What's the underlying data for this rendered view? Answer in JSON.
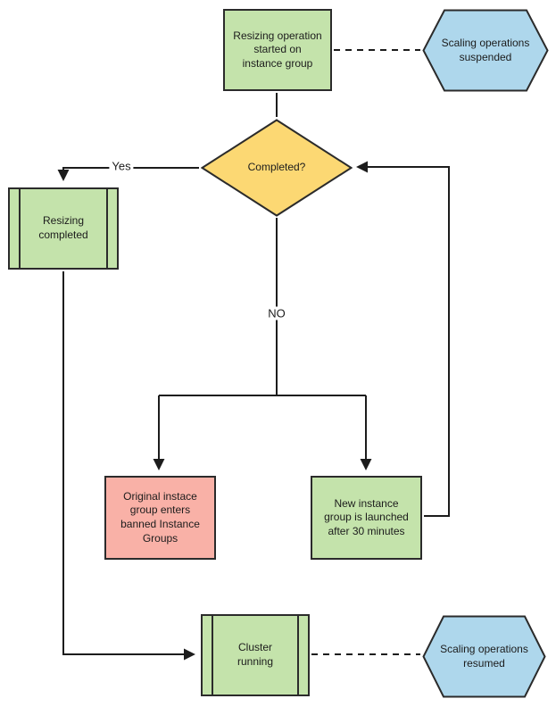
{
  "colors": {
    "green": "#c4e3ab",
    "yellow": "#fcd873",
    "pink": "#f9b1a7",
    "blue": "#aed7ec",
    "border": "#2b2b2b",
    "line": "#1c1c1c",
    "text": "#1c1c1c"
  },
  "nodes": {
    "start": {
      "type": "process",
      "label": "Resizing operation\nstarted on\ninstance group"
    },
    "suspended": {
      "type": "hexagon",
      "label": "Scaling operations\nsuspended"
    },
    "completed": {
      "type": "decision",
      "label": "Completed?"
    },
    "resizing_completed": {
      "type": "predefined-process",
      "label": "Resizing\ncompleted"
    },
    "banned": {
      "type": "process",
      "label": "Original instace\ngroup enters\nbanned Instance\nGroups"
    },
    "new_group": {
      "type": "process",
      "label": "New instance\ngroup is launched\nafter 30 minutes"
    },
    "cluster_running": {
      "type": "predefined-process",
      "label": "Cluster\nrunning"
    },
    "resumed": {
      "type": "hexagon",
      "label": "Scaling operations\nresumed"
    }
  },
  "edge_labels": {
    "yes": "Yes",
    "no": "NO"
  },
  "edges": [
    {
      "from": "start",
      "to": "suspended",
      "style": "dashed",
      "label": ""
    },
    {
      "from": "start",
      "to": "completed",
      "style": "solid",
      "label": ""
    },
    {
      "from": "completed",
      "to": "resizing_completed",
      "style": "solid",
      "label": "Yes"
    },
    {
      "from": "completed",
      "to": "banned",
      "style": "solid",
      "label": "NO"
    },
    {
      "from": "completed",
      "to": "new_group",
      "style": "solid",
      "label": "NO"
    },
    {
      "from": "new_group",
      "to": "completed",
      "style": "solid",
      "label": ""
    },
    {
      "from": "resizing_completed",
      "to": "cluster_running",
      "style": "solid",
      "label": ""
    },
    {
      "from": "cluster_running",
      "to": "resumed",
      "style": "dashed",
      "label": ""
    }
  ]
}
